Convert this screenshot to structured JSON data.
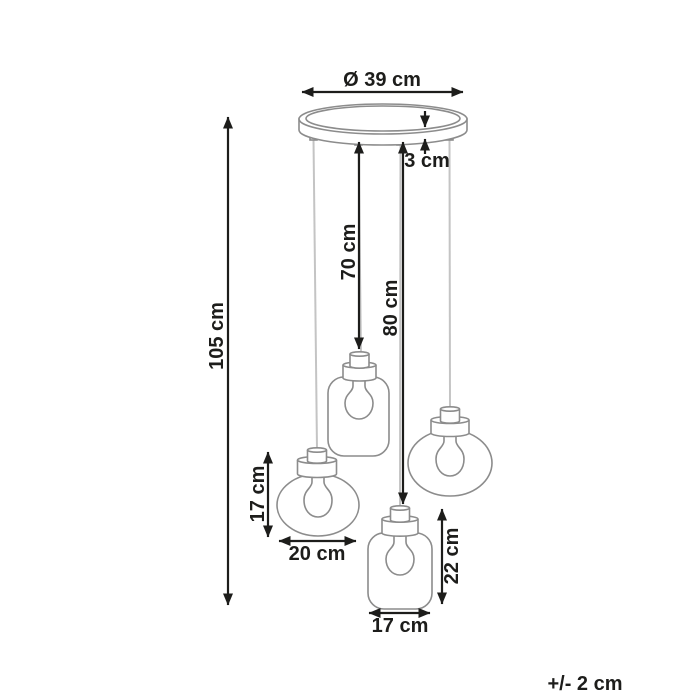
{
  "diagram_labels": {
    "canopy_diameter": "Ø 39 cm",
    "canopy_height": "3 cm",
    "cord_length_short": "70 cm",
    "cord_length_long": "80 cm",
    "total_height": "105 cm",
    "round_shade_height": "17 cm",
    "round_shade_width": "20 cm",
    "tall_shade_height": "22 cm",
    "tall_shade_width": "17 cm",
    "tolerance": "+/- 2 cm"
  },
  "colors": {
    "background": "#ffffff",
    "product_outline": "#8c8c8c",
    "cord": "#c4c4c4",
    "dimension_ink": "#1d1d1b"
  }
}
